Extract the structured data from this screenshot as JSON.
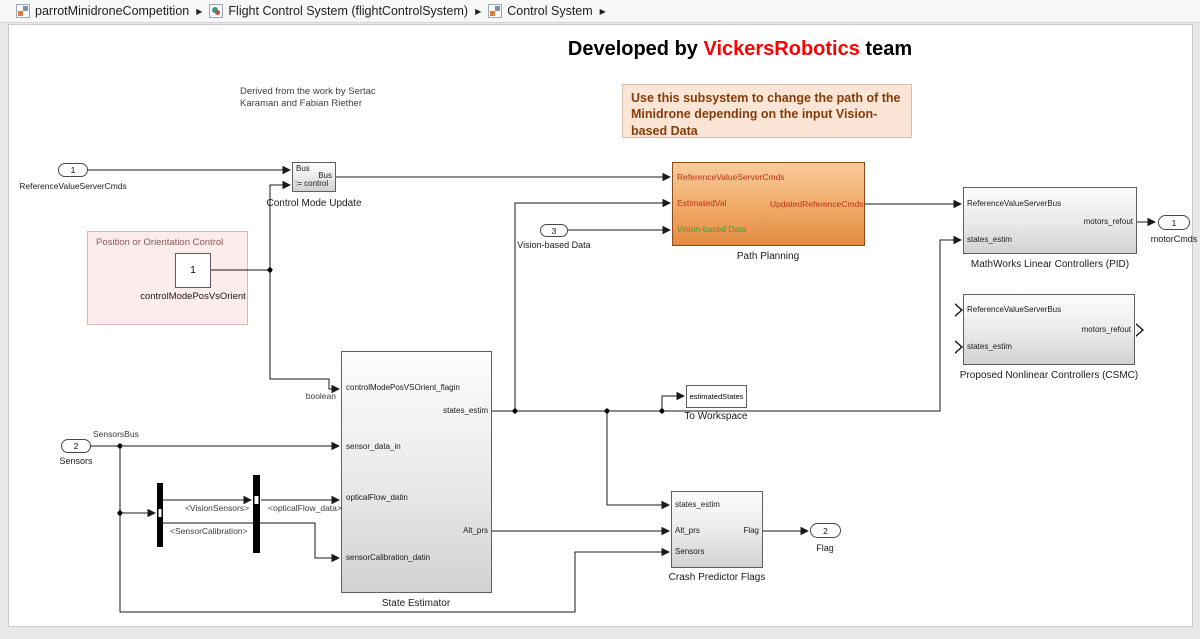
{
  "breadcrumb": {
    "items": [
      {
        "label": "parrotMinidroneCompetition"
      },
      {
        "label": "Flight Control System (flightControlSystem)"
      },
      {
        "label": "Control System"
      }
    ],
    "separator": "▶"
  },
  "title": {
    "prefix": "Developed by ",
    "highlight": "VickersRobotics",
    "suffix": " team"
  },
  "notes": {
    "derived": "Derived from the work by Sertac Karaman and Fabian Riether",
    "path_planning_note": "Use this subsystem to change the path of the Minidrone depending on the input Vision-based Data",
    "area_title": "Position or Orientation Control"
  },
  "blocks": {
    "control_mode_update": {
      "name": "Control Mode Update",
      "top_label": "Bus",
      "assign_label": ":= control",
      "out_label": "Bus"
    },
    "constant_control_mode": {
      "value": "1",
      "name": "controlModePosVsOrient"
    },
    "path_planning": {
      "name": "Path Planning",
      "inputs": [
        "ReferenceValueServerCmds",
        "EstimatedVal",
        "Vision-based Data"
      ],
      "output": "UpdatedReferenceCmds"
    },
    "pid_controllers": {
      "name": "MathWorks Linear Controllers (PID)",
      "inputs": [
        "ReferenceValueServerBus",
        "states_estim"
      ],
      "output": "motors_refout"
    },
    "csmc_controllers": {
      "name": "Proposed Nonlinear Controllers (CSMC)",
      "inputs": [
        "ReferenceValueServerBus",
        "states_estim"
      ],
      "output": "motors_refout"
    },
    "state_estimator": {
      "name": "State Estimator",
      "inputs": [
        "controlModePosVSOrient_flagin",
        "sensor_data_in",
        "opticalFlow_datin",
        "sensorCalibration_datin"
      ],
      "outputs": [
        "states_estim",
        "Alt_prs"
      ]
    },
    "crash_predictor": {
      "name": "Crash Predictor Flags",
      "inputs": [
        "states_estim",
        "Alt_prs",
        "Sensors"
      ],
      "output": "Flag"
    },
    "to_workspace": {
      "name": "To Workspace",
      "variable": "estimatedStates"
    }
  },
  "io_ports": {
    "ref_cmds_in": {
      "number": "1",
      "name": "ReferenceValueServerCmds"
    },
    "sensors_in": {
      "number": "2",
      "name": "Sensors"
    },
    "vision_in": {
      "number": "3",
      "name": "Vision-based Data"
    },
    "motor_out": {
      "number": "1",
      "name": "motorCmds"
    },
    "flag_out": {
      "number": "2",
      "name": "Flag"
    }
  },
  "signals": {
    "sensors_bus": "SensorsBus",
    "vision_sensors": "<VisionSensors>",
    "optical_flow": "<opticalFlow_data>",
    "sensor_calibration": "<SensorCalibration>",
    "boolean_type": "boolean"
  },
  "colors": {
    "title_highlight": "#ff0000",
    "note_text": "#843c0c",
    "note_bg": "#fbe5d6",
    "area_bg": "#fdecec",
    "path_block_border": "#8a4a1d",
    "port_red": "#c0301c",
    "port_green": "#3a9e3a"
  }
}
